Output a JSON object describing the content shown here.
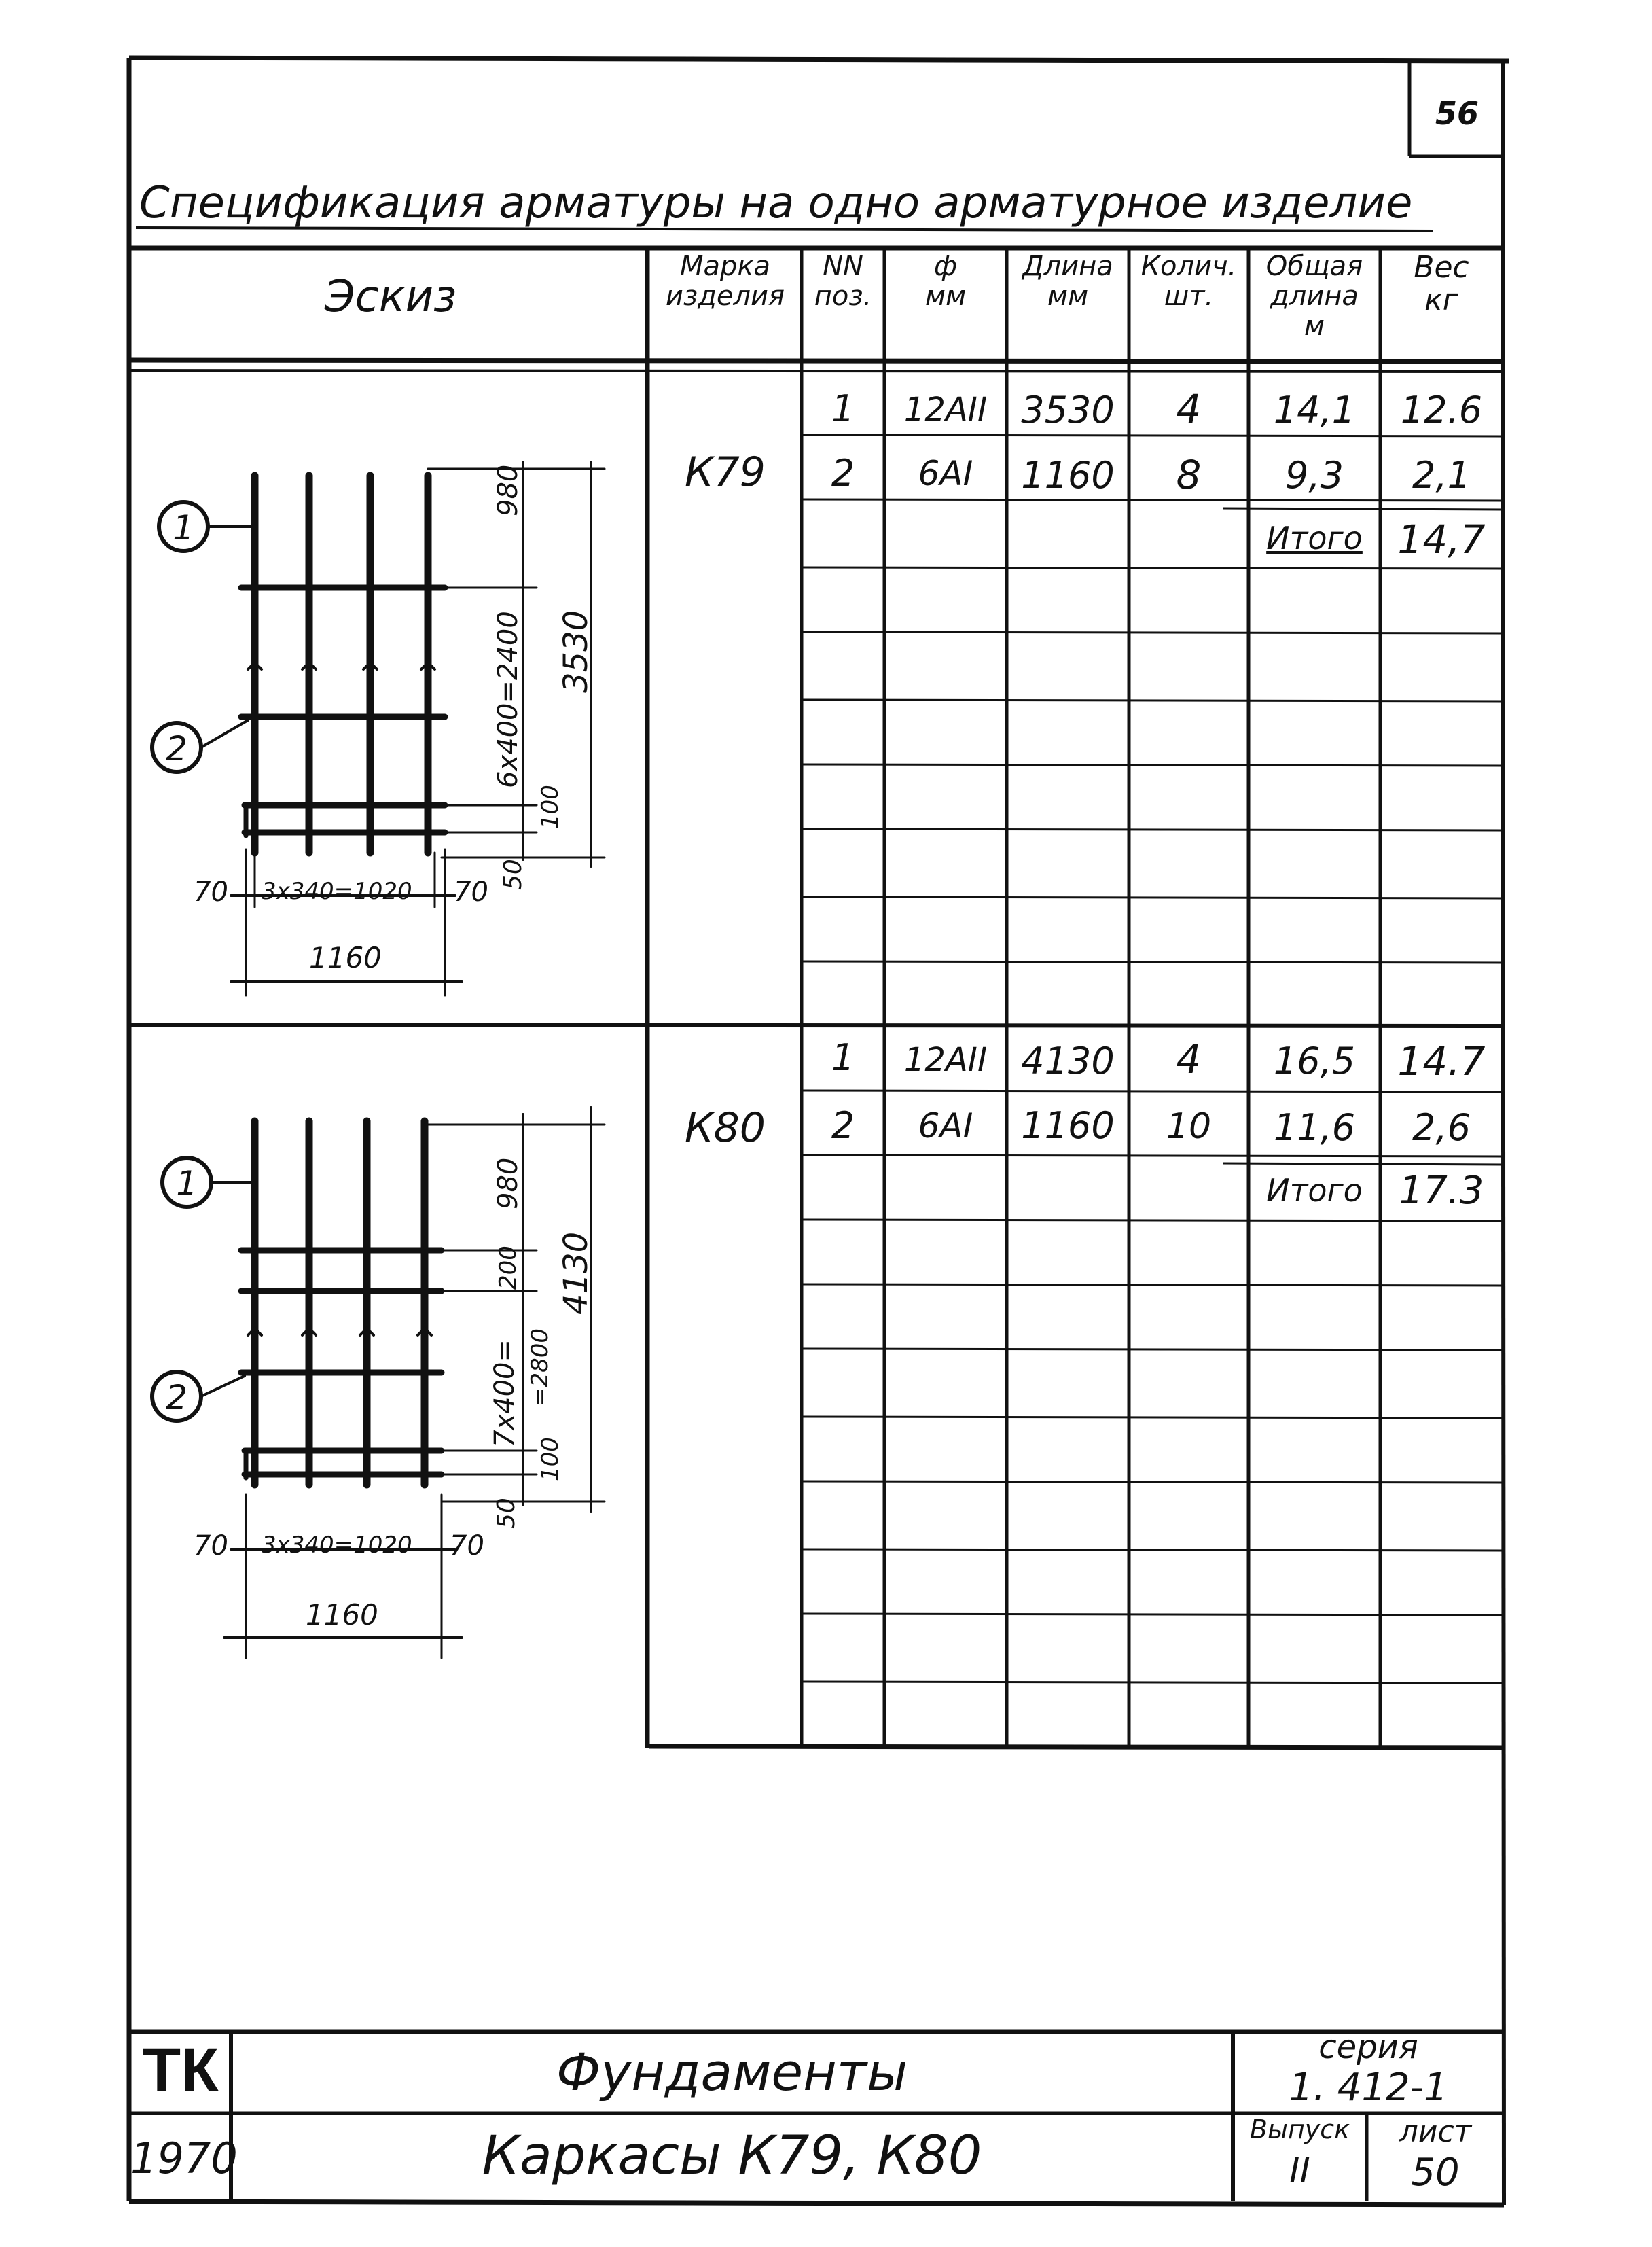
{
  "sheet_number": "56",
  "heading": "Спецификация арматуры на одно арматурное изделие",
  "columns": {
    "sketch": "Эскиз",
    "mark": [
      "Марка",
      "изделия"
    ],
    "pos": [
      "NN",
      "поз."
    ],
    "diam": [
      "ф",
      "мм"
    ],
    "length": [
      "Длина",
      "мм"
    ],
    "qty": [
      "Колич.",
      "шт."
    ],
    "total_len": [
      "Общая",
      "длина",
      "м"
    ],
    "weight": [
      "Вес",
      "кг"
    ]
  },
  "items": [
    {
      "mark": "К79",
      "rows": [
        {
          "pos": "1",
          "diam": "12АII",
          "length": "3530",
          "qty": "4",
          "total_len": "14,1",
          "weight": "12.6"
        },
        {
          "pos": "2",
          "diam": "6АI",
          "length": "1160",
          "qty": "8",
          "total_len": "9,3",
          "weight": "2,1"
        }
      ],
      "total_label": "Итого",
      "total_weight": "14,7",
      "sketch": {
        "callouts": [
          "1",
          "2"
        ],
        "dims": {
          "top": "980",
          "mid": "6x400=2400",
          "bottom": "100",
          "overall": "3530",
          "cover": "50",
          "left": "70",
          "spacing": "3x340=1020",
          "right": "70",
          "width": "1160"
        }
      }
    },
    {
      "mark": "К80",
      "rows": [
        {
          "pos": "1",
          "diam": "12АII",
          "length": "4130",
          "qty": "4",
          "total_len": "16,5",
          "weight": "14.7"
        },
        {
          "pos": "2",
          "diam": "6АI",
          "length": "1160",
          "qty": "10",
          "total_len": "11,6",
          "weight": "2,6"
        }
      ],
      "total_label": "Итого",
      "total_weight": "17.3",
      "sketch": {
        "callouts": [
          "1",
          "2"
        ],
        "dims": {
          "top": "980",
          "extra": "200",
          "mid": "7x400=",
          "mid2": "=2800",
          "bottom": "100",
          "overall": "4130",
          "cover": "50",
          "left": "70",
          "spacing": "3x340=1020",
          "right": "70",
          "width": "1160"
        }
      }
    }
  ],
  "title_block": {
    "org": "ТК",
    "year": "1970",
    "subject": "Фундаменты",
    "title": "Каркасы К79, К80",
    "series_label": "серия",
    "series": "1. 412-1",
    "issue_label": "Выпуск",
    "issue": "II",
    "sheet_label": "лист",
    "sheet": "50"
  }
}
